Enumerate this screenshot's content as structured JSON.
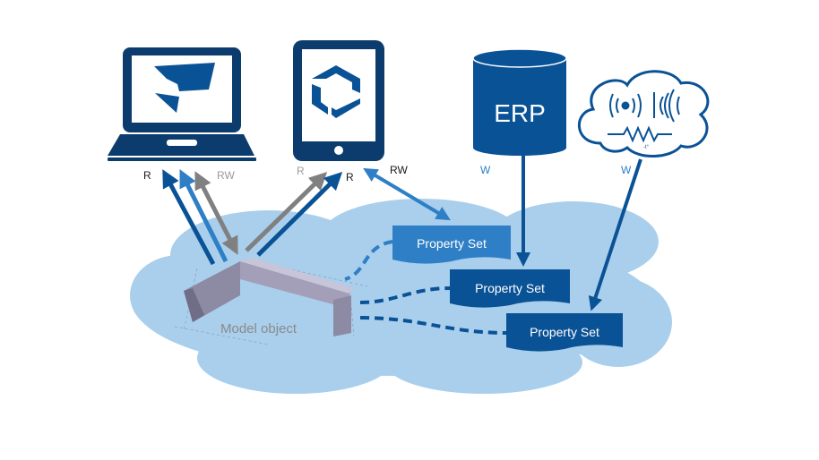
{
  "labels": {
    "laptop_r": "R",
    "laptop_rw": "RW",
    "tablet_r_gray": "R",
    "tablet_r": "R",
    "tablet_rw": "RW",
    "erp_w": "W",
    "iot_w": "W"
  },
  "erp": {
    "label": "ERP"
  },
  "property_sets": [
    "Property Set",
    "Property Set",
    "Property Set"
  ],
  "model_object": {
    "label": "Model object"
  },
  "iot": {
    "temperature_symbol": "-t°"
  },
  "colors": {
    "dark_blue": "#0c3c6e",
    "mid_blue": "#0a5296",
    "light_blue": "#2e7fc6",
    "cloud": "#a9cfec",
    "gray_arrow": "#808080"
  }
}
